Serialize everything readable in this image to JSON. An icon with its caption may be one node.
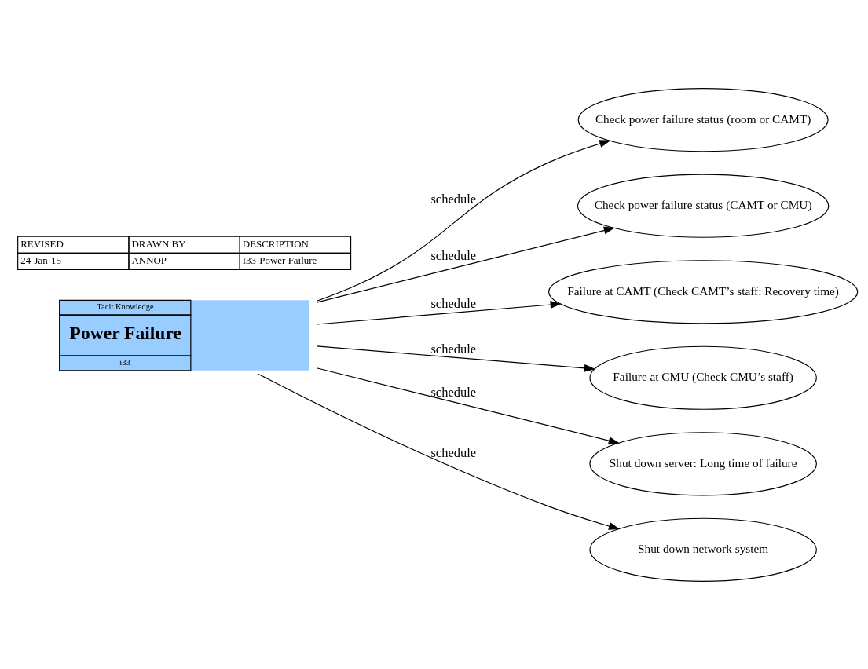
{
  "diagram": {
    "nodes": [
      {
        "text": [
          "Tacit Knowledge",
          "Power Failure",
          "i33"
        ]
      },
      {
        "text": [
          "Check power failure status (room or CAMT)"
        ]
      },
      {
        "text": [
          "Check power failure status (CAMT or CMU)"
        ]
      },
      {
        "text": [
          "Failure at CAMT (Check CAMT’s staff: Recovery time)"
        ]
      },
      {
        "text": [
          "Failure at CMU (Check CMU’s staff)"
        ]
      },
      {
        "text": [
          "Shut down server: Long time of failure"
        ]
      },
      {
        "text": [
          "Shut down network system"
        ]
      }
    ],
    "edges": [
      {
        "from": 0,
        "to": 1,
        "arrow": "to",
        "label": "schedule"
      },
      {
        "from": 0,
        "to": 2,
        "arrow": "to",
        "label": "schedule"
      },
      {
        "from": 0,
        "to": 3,
        "arrow": "to",
        "label": "schedule"
      },
      {
        "from": 0,
        "to": 4,
        "arrow": "to",
        "label": "schedule"
      },
      {
        "from": 0,
        "to": 5,
        "arrow": "to",
        "label": "schedule"
      },
      {
        "from": 0,
        "to": 6,
        "arrow": "to",
        "label": "schedule"
      }
    ],
    "labels": [
      "REVISED",
      "DRAWN BY",
      "DESCRIPTION",
      "24-Jan-15",
      "ANNOP",
      "I33-Power Failure"
    ]
  }
}
